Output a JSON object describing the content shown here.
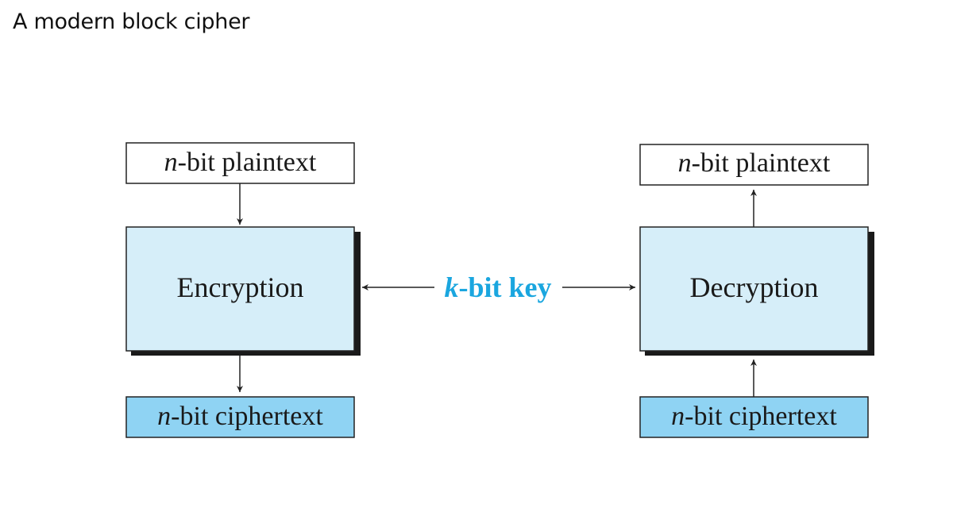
{
  "title": "A modern block cipher",
  "encryption": {
    "input": {
      "var": "n",
      "text": "-bit plaintext"
    },
    "process": "Encryption",
    "output": {
      "var": "n",
      "text": "-bit ciphertext"
    }
  },
  "decryption": {
    "output": {
      "var": "n",
      "text": "-bit plaintext"
    },
    "process": "Decryption",
    "input": {
      "var": "n",
      "text": "-bit ciphertext"
    }
  },
  "key": {
    "var": "k",
    "text": "-bit key"
  },
  "colors": {
    "process_fill": "#d6eef9",
    "ciphertext_fill": "#8fd3f3",
    "key_text": "#1aa6df",
    "border": "#222222",
    "shadow": "#1a1a1a"
  },
  "icons": [
    "arrow-down",
    "arrow-up",
    "arrow-left",
    "arrow-right"
  ]
}
